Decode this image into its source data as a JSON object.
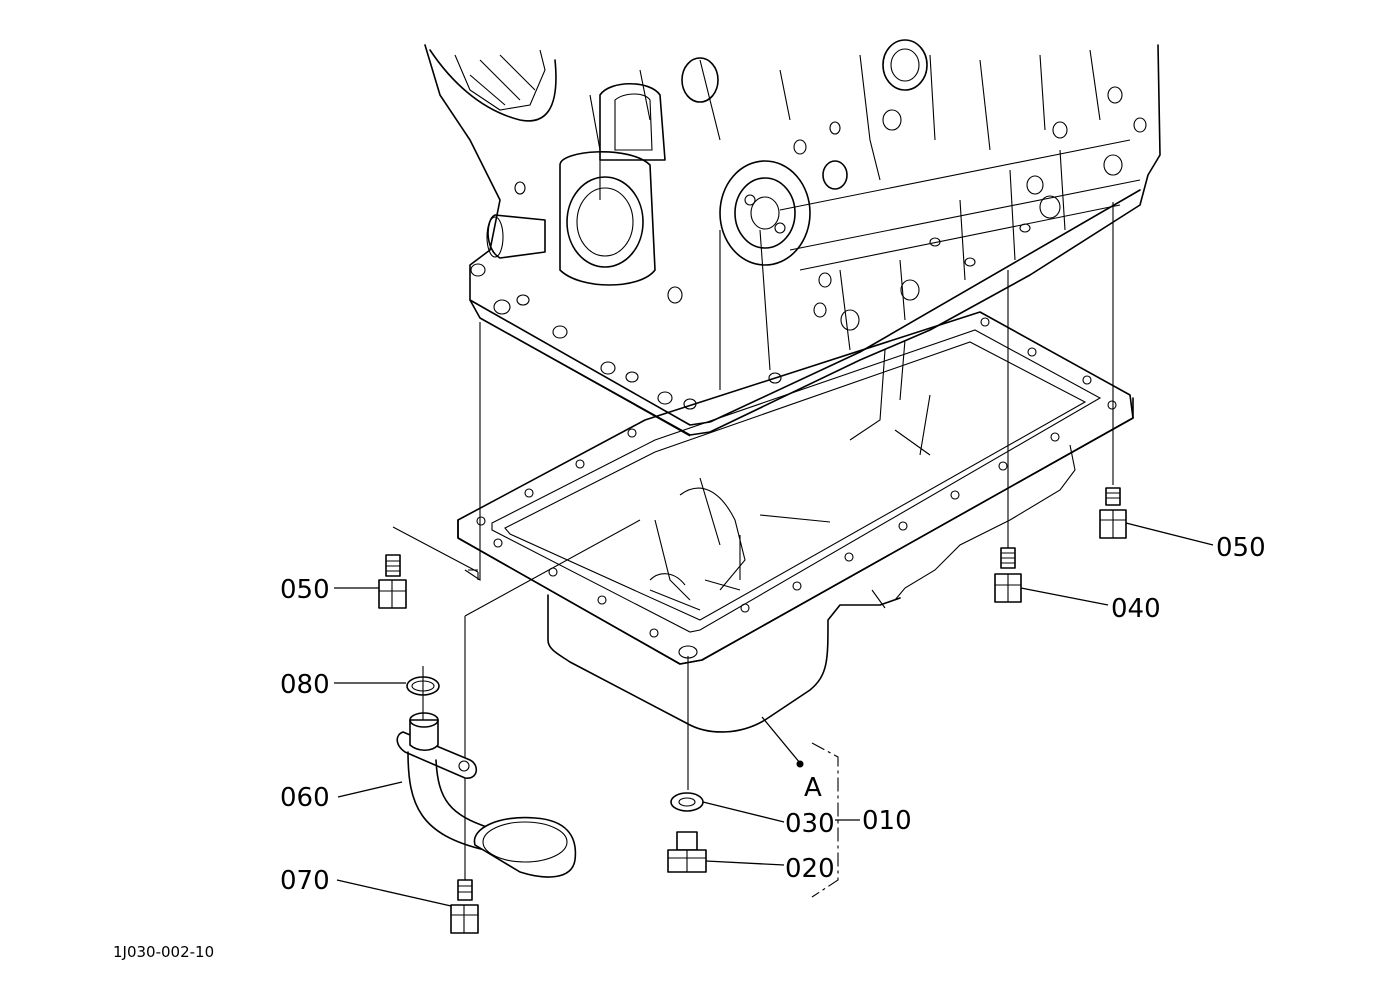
{
  "diagram": {
    "document_id": "1J030-002-10",
    "detail_label": "A",
    "callouts": {
      "c010": "010",
      "c020": "020",
      "c030": "030",
      "c040": "040",
      "c050_right": "050",
      "c050_left": "050",
      "c060": "060",
      "c070": "070",
      "c080": "080"
    }
  }
}
